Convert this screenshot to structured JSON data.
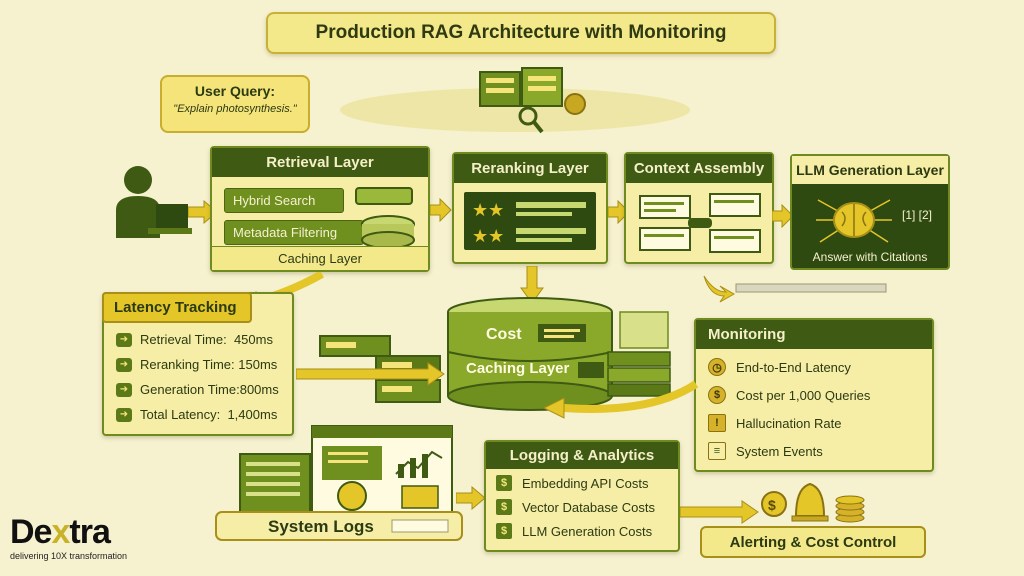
{
  "title": "Production RAG Architecture with Monitoring",
  "user_query": {
    "heading": "User Query:",
    "text": "\"Explain photosynthesis.\""
  },
  "retrieval": {
    "title": "Retrieval Layer",
    "items": [
      "Hybrid Search",
      "Metadata Filtering"
    ],
    "footer": "Caching Layer"
  },
  "reranking": {
    "title": "Reranking Layer"
  },
  "context": {
    "title": "Context Assembly"
  },
  "llm": {
    "title": "LLM Generation Layer",
    "citation": "[1] [2]",
    "footer": "Answer with Citations"
  },
  "latency": {
    "title": "Latency Tracking",
    "rows": [
      {
        "label": "Retrieval Time:",
        "value": "450ms"
      },
      {
        "label": "Reranking Time:",
        "value": "150ms"
      },
      {
        "label": "Generation Time:",
        "value": "800ms"
      },
      {
        "label": "Total Latency:",
        "value": "1,400ms"
      }
    ]
  },
  "cost_db": {
    "cost": "Cost",
    "caching": "Caching Layer"
  },
  "monitoring": {
    "title": "Monitoring",
    "rows": [
      {
        "icon": "clock-icon",
        "label": "End-to-End Latency"
      },
      {
        "icon": "dollar-coin-icon",
        "label": "Cost per 1,000 Queries"
      },
      {
        "icon": "warning-icon",
        "label": "Hallucination Rate"
      },
      {
        "icon": "events-list-icon",
        "label": "System Events"
      }
    ]
  },
  "logging": {
    "title": "Logging & Analytics",
    "rows": [
      "Embedding API Costs",
      "Vector Database Costs",
      "LLM Generation Costs"
    ]
  },
  "system_logs": "System Logs",
  "alerting": "Alerting & Cost Control",
  "brand": {
    "name_start": "De",
    "name_x": "x",
    "name_end": "tra",
    "tagline": "delivering 10X transformation"
  },
  "colors": {
    "background": "#f6f1cf",
    "dark_green": "#3e5a13",
    "mid_green": "#6f8f1f",
    "yellow": "#e4c629"
  }
}
